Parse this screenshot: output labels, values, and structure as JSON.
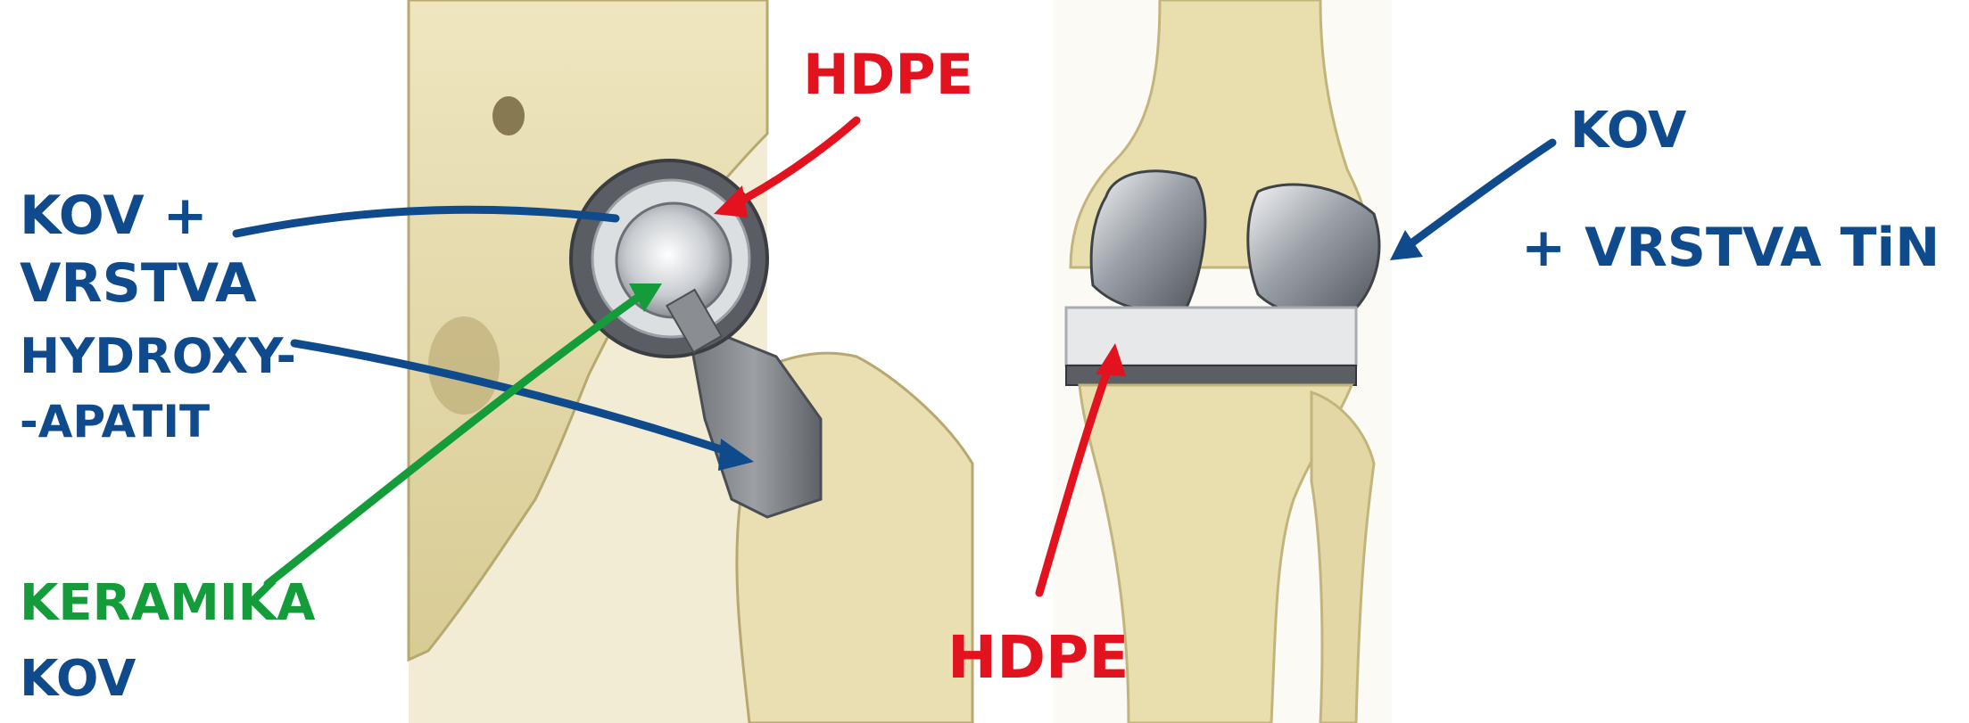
{
  "colors": {
    "blue_ink": "#0f4a8c",
    "red_ink": "#e3121f",
    "green_ink": "#149c3a",
    "bone": "#e7dcaf",
    "bone_shade": "#c9bb83",
    "metal": "#8e9196",
    "hdpe": "#e4e6e8"
  },
  "labels": {
    "hip_hdpe": "HDPE",
    "hip_metal_line1": "KOV +",
    "hip_metal_line2": "VRSTVA",
    "hip_metal_line3": "HYDROXY-",
    "hip_metal_line4": "-APATIT",
    "hip_ceramic_line1": "KERAMIKA",
    "hip_ceramic_line2": "KOV",
    "knee_hdpe": "HDPE",
    "knee_metal_line1": "KOV",
    "knee_metal_line2": "+ VRSTVA TiN"
  }
}
